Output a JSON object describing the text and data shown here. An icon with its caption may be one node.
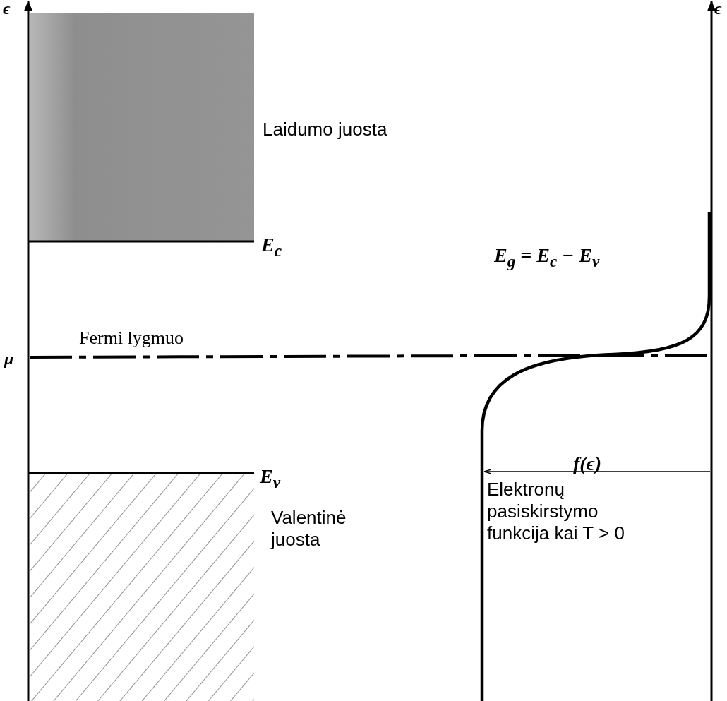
{
  "diagram": {
    "labels": [
      "ϵ",
      "ϵ",
      "Laidumo juosta",
      "E$_{c}$",
      "E$_{g}$ = E$_{c}$ − E$_{v}$",
      "Fermi lygmuo",
      "μ",
      "f(ϵ)",
      "E$_{v}$",
      "Elektronų pasiskirstymo funkcija kai T > 0",
      "Valentinė juosta"
    ]
  }
}
